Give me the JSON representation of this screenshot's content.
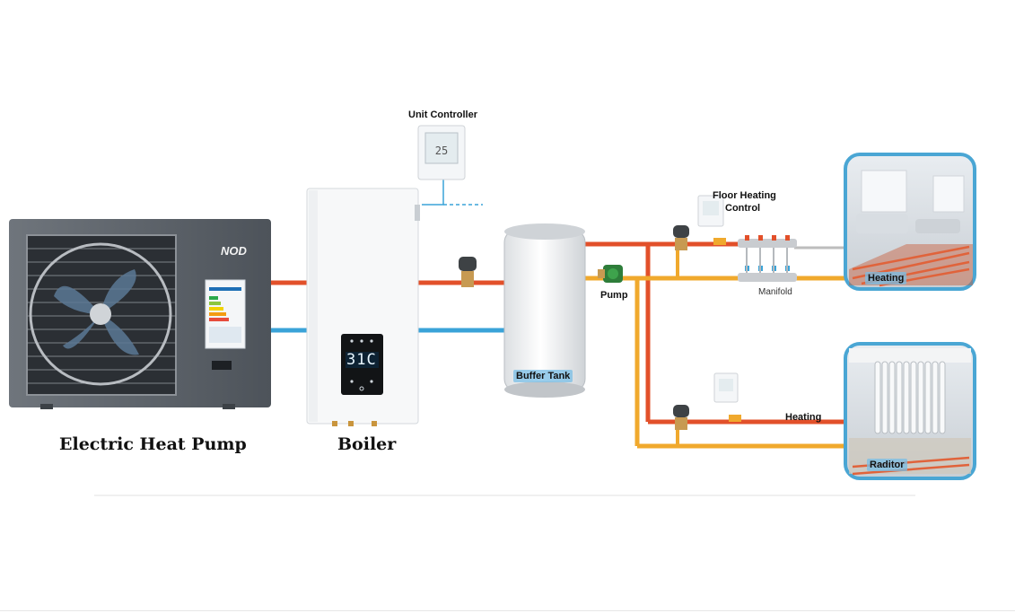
{
  "labels": {
    "heat_pump": "Electric Heat Pump",
    "boiler": "Boiler",
    "unit_controller": "Unit Controller",
    "floor_heating_control_1": "Floor Heating",
    "floor_heating_control_2": "Control",
    "buffer_tank": "Buffer Tank",
    "pump": "Pump",
    "manifold": "Manifold",
    "heating_room": "Heating",
    "heating_line": "Heating",
    "radiator_room": "Raditor"
  },
  "displays": {
    "boiler_readout": "31C",
    "heat_pump_brand": "NOD"
  },
  "colors": {
    "supply_pipe": "#e2502a",
    "return_pipe": "#3aa3d8",
    "loop_return_pipe": "#f0a92d",
    "frame_border": "#4aa6d4",
    "heat_pump_body": "#5a6068"
  }
}
